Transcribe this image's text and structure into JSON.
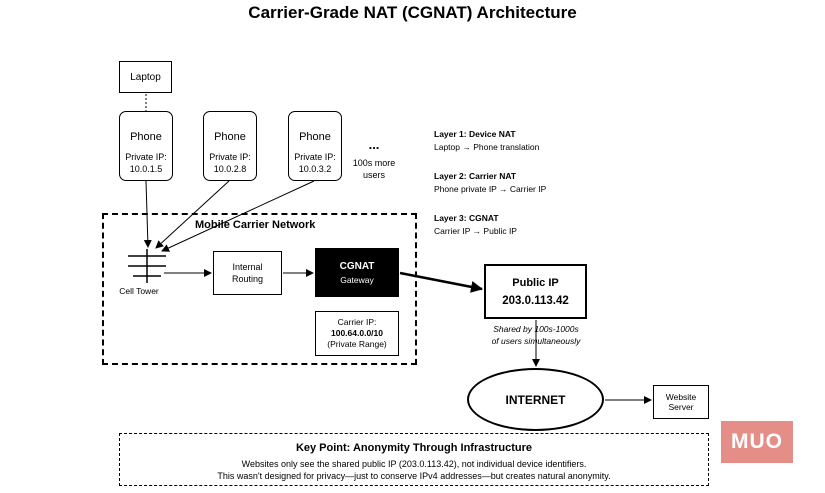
{
  "title": "Carrier-Grade NAT (CGNAT) Architecture",
  "laptop": {
    "label": "Laptop"
  },
  "phones": [
    {
      "title": "Phone",
      "ip_label": "Private IP:",
      "ip": "10.0.1.5"
    },
    {
      "title": "Phone",
      "ip_label": "Private IP:",
      "ip": "10.0.2.8"
    },
    {
      "title": "Phone",
      "ip_label": "Private IP:",
      "ip": "10.0.3.2"
    }
  ],
  "more_users": {
    "dots": "...",
    "line1": "100s more",
    "line2": "users"
  },
  "layers": [
    {
      "title": "Layer 1: Device NAT",
      "desc": "Laptop → Phone translation"
    },
    {
      "title": "Layer 2: Carrier NAT",
      "desc": "Phone private IP → Carrier IP"
    },
    {
      "title": "Layer 3: CGNAT",
      "desc": "Carrier IP → Public IP"
    }
  ],
  "carrier_network": {
    "label": "Mobile Carrier Network"
  },
  "cell_tower": {
    "label": "Cell Tower"
  },
  "internal_routing": {
    "line1": "Internal",
    "line2": "Routing"
  },
  "cgnat": {
    "title": "CGNAT",
    "subtitle": "Gateway"
  },
  "carrier_ip": {
    "label": "Carrier IP:",
    "value": "100.64.0.0/10",
    "note": "(Private Range)"
  },
  "public_ip": {
    "title": "Public IP",
    "value": "203.0.113.42"
  },
  "shared_note": {
    "line1": "Shared by 100s-1000s",
    "line2": "of users simultaneously"
  },
  "internet": {
    "label": "INTERNET"
  },
  "website": {
    "line1": "Website",
    "line2": "Server"
  },
  "key_point": {
    "title": "Key Point: Anonymity Through Infrastructure",
    "line1": "Websites only see the shared public IP (203.0.113.42), not individual device identifiers.",
    "line2": "This wasn't designed for privacy—just to conserve IPv4 addresses—but creates natural anonymity."
  },
  "watermark": {
    "text": "MUO",
    "color": "#e3857d"
  }
}
